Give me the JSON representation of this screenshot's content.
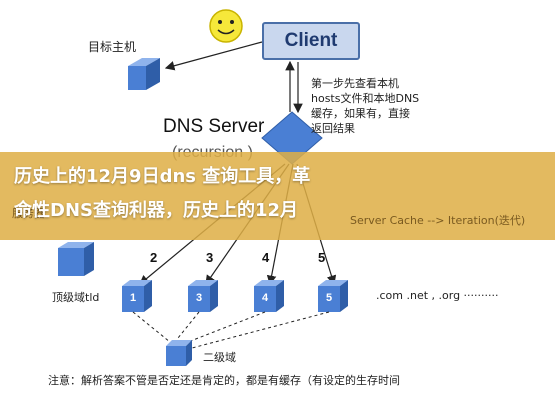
{
  "labels": {
    "target_host": "目标主机",
    "client": "Client",
    "dns_server": "DNS Server",
    "recursion": "(recursion )",
    "note_lines": [
      "第一步先查看本机",
      "hosts文件和本地DNS",
      "缓存，如果有，直接",
      "返回结果"
    ],
    "server_cache": "Server Cache --> Iteration(迭代)",
    "server_left": "服务器",
    "tld": "顶级域tld",
    "tld_examples": ".com .net , .org ··········",
    "second_level": "二级域",
    "footer": "注意：解析答案不管是否定还是肯定的，都是有缓存（有设定的生存时间"
  },
  "banner": {
    "line1": "历史上的12月9日dns 查询工具，革",
    "line2": "命性DNS查询利器，历史上的12月"
  },
  "steps": [
    "2",
    "3",
    "4",
    "5"
  ],
  "nodes": [
    "1",
    "3",
    "4",
    "5"
  ],
  "colors": {
    "cube": "#4a7fd4",
    "client_fill": "#c9d7ee",
    "client_border": "#4a6fa8",
    "banner": "#deaf46",
    "smiley": "#f6e83a"
  }
}
